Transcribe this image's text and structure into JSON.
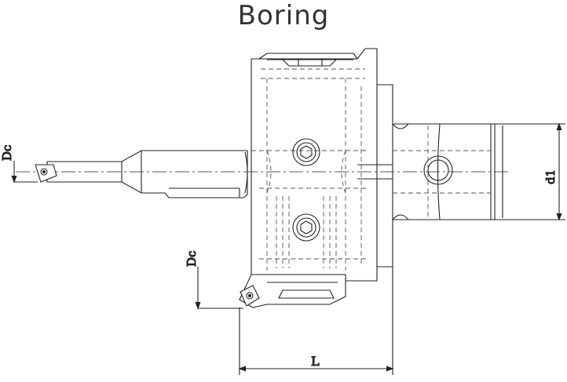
{
  "title": "Boring",
  "labels": {
    "dc_left": "Dc",
    "dc_bottom": "Dc",
    "d1": "d1",
    "length": "L"
  },
  "colors": {
    "line": "#222222",
    "hidden": "#555555",
    "title": "#333333"
  }
}
